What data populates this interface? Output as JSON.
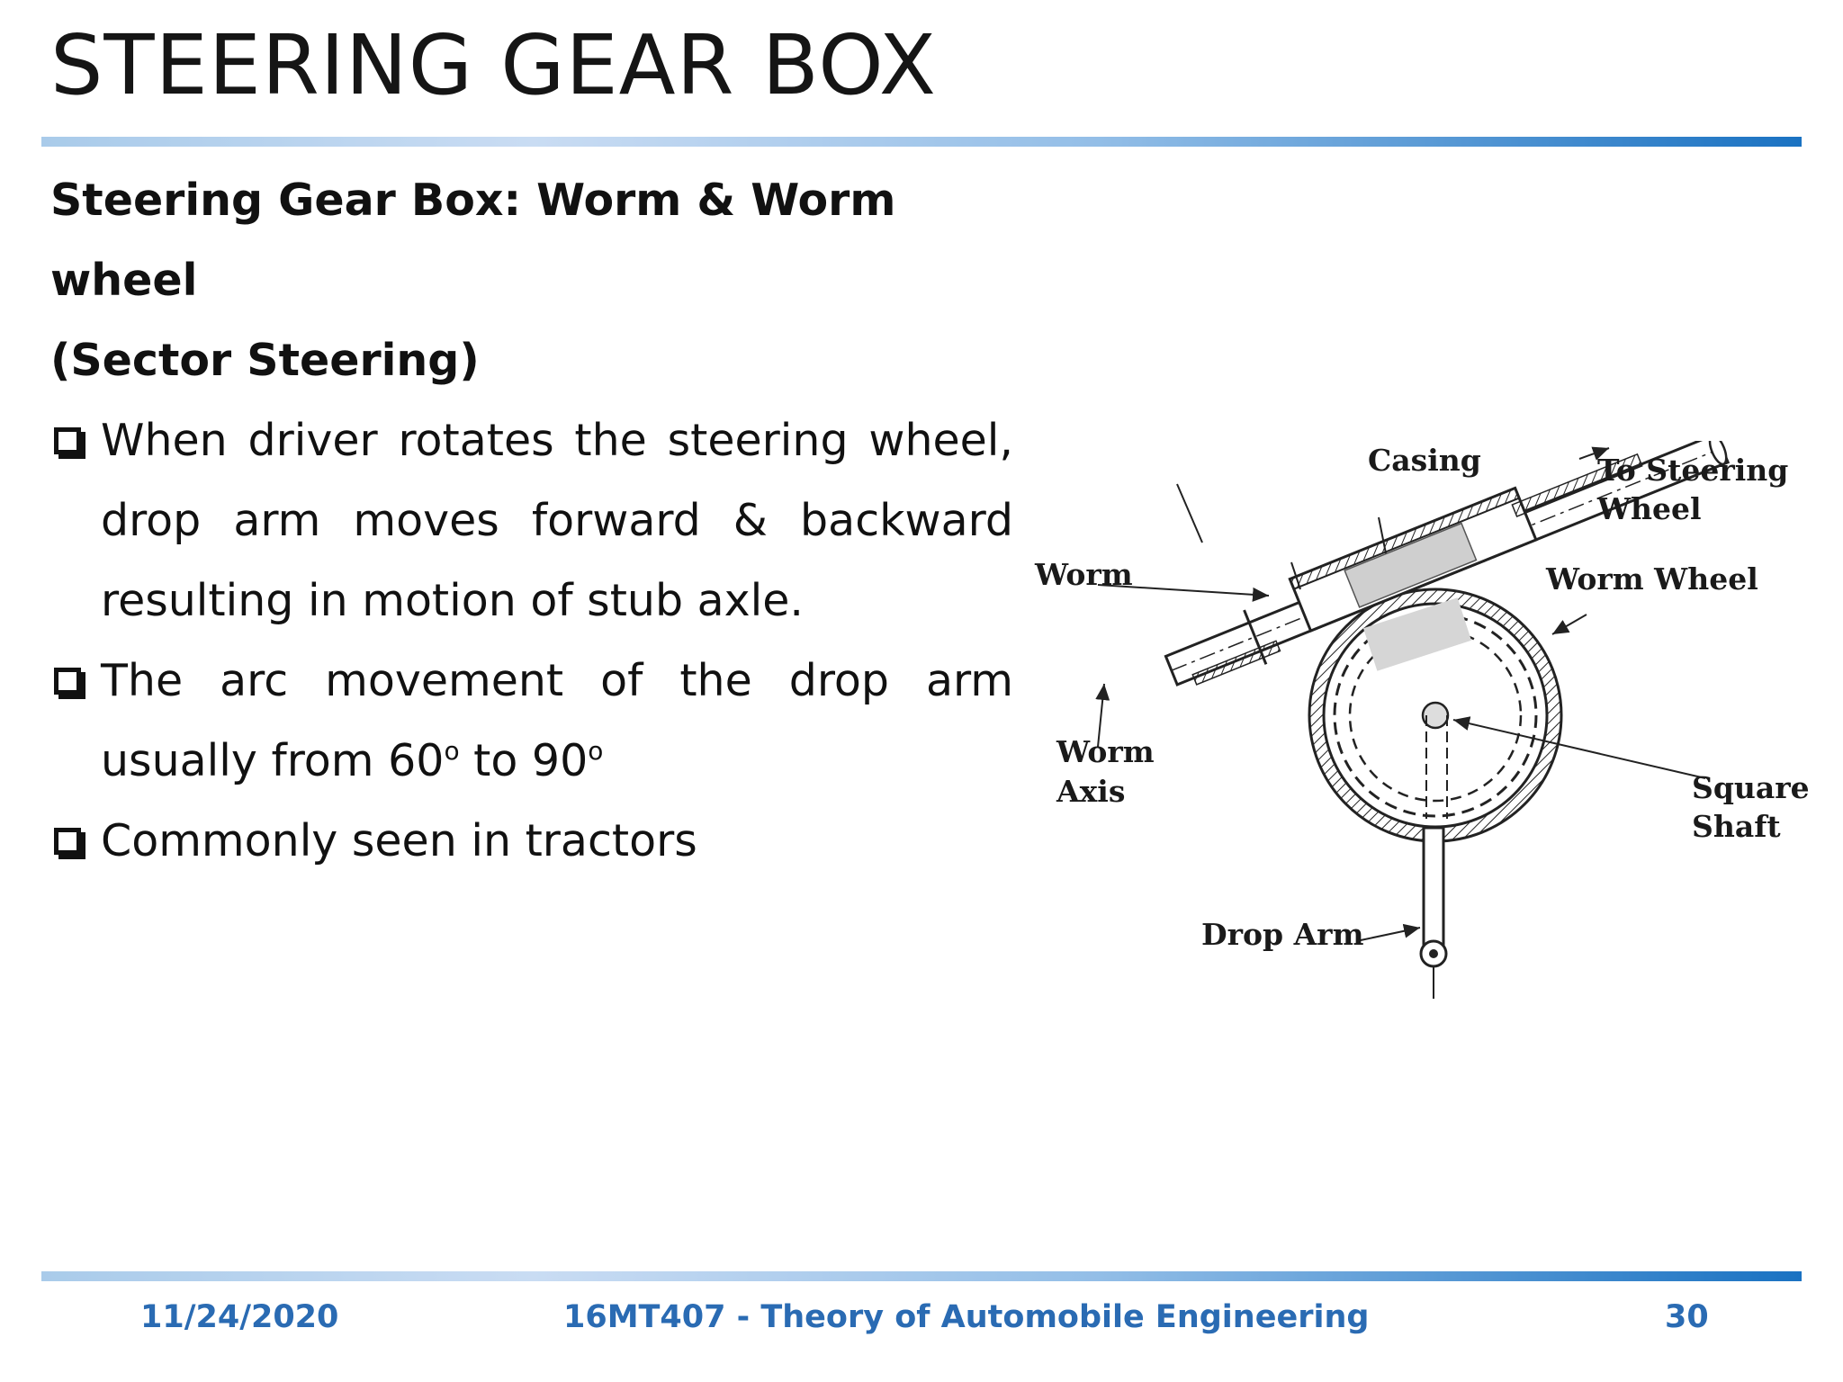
{
  "slide": {
    "title": "STEERING GEAR BOX",
    "heading_line1": "Steering Gear Box: Worm & Worm wheel",
    "heading_line2": "(Sector Steering)",
    "bullets": [
      {
        "line1": "When driver rotates the steering wheel,",
        "line2": "drop arm moves forward & backward",
        "line3": "resulting in motion of stub axle."
      },
      {
        "line1": "The arc movement of the drop arm",
        "line2_prefix": "usually from 60",
        "sup1": "o",
        "line2_mid": " to 90",
        "sup2": "o"
      },
      {
        "line1": "Commonly seen in tractors"
      }
    ]
  },
  "figure": {
    "labels": {
      "casing": "Casing",
      "to_steering_line1": "To Steering",
      "to_steering_line2": "Wheel",
      "worm": "Worm",
      "worm_wheel": "Worm Wheel",
      "worm_axis_line1": "Worm",
      "worm_axis_line2": "Axis",
      "square_shaft_line1": "Square",
      "square_shaft_line2": "Shaft",
      "drop_arm": "Drop Arm"
    }
  },
  "footer": {
    "date": "11/24/2020",
    "course": "16MT407 - Theory of Automobile Engineering",
    "page": "30"
  },
  "colors": {
    "footer_text": "#2a6bb3",
    "rule_start": "#a9cbea",
    "rule_end": "#1a72c2"
  }
}
